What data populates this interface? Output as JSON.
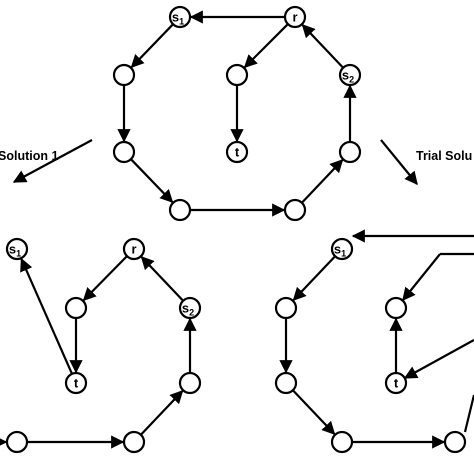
{
  "captions": {
    "left": "Solution 1",
    "right": "Trial Solu"
  },
  "labels": {
    "s1": {
      "main": "s",
      "sub": "1"
    },
    "s2": {
      "main": "s",
      "sub": "2"
    },
    "r": {
      "main": "r",
      "sub": ""
    },
    "t": {
      "main": "t",
      "sub": ""
    }
  }
}
